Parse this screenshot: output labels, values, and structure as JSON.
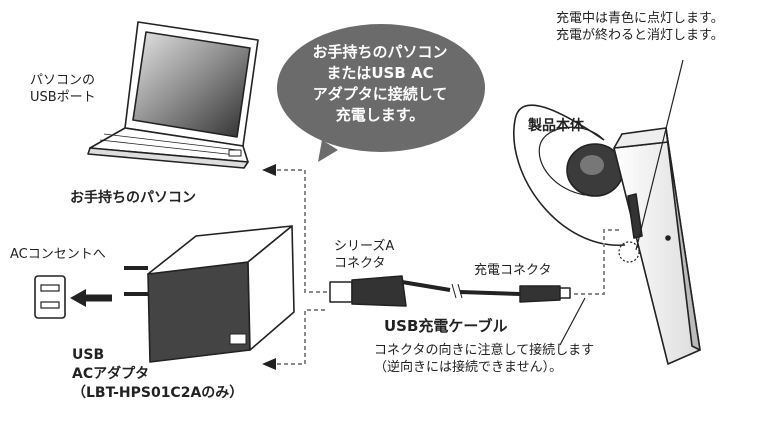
{
  "labels": {
    "pc_port": "パソコンの\nUSBポート",
    "pc": "お手持ちのパソコン",
    "bubble": "お手持ちのパソコン\nまたはUSB AC\nアダプタに接続して\n充電します。",
    "led_note": "充電中は青色に点灯します。\n充電が終わると消灯します。",
    "product": "製品本体",
    "ac_outlet": "ACコンセントへ",
    "series_a": "シリーズA\nコネクタ",
    "charge_connector": "充電コネクタ",
    "cable": "USB充電ケーブル",
    "caution": "コネクタの向きに注意して接続します\n（逆向きには接続できません）。",
    "adapter": "USB\nACアダプタ\n（LBT-HPS01C2Aのみ）"
  },
  "colors": {
    "bubble": "#6b6b6b",
    "line": "#333333",
    "dashed": "#8a8a8a",
    "screen_light": "#bdbdbd",
    "screen_dark": "#3a3a3a"
  }
}
